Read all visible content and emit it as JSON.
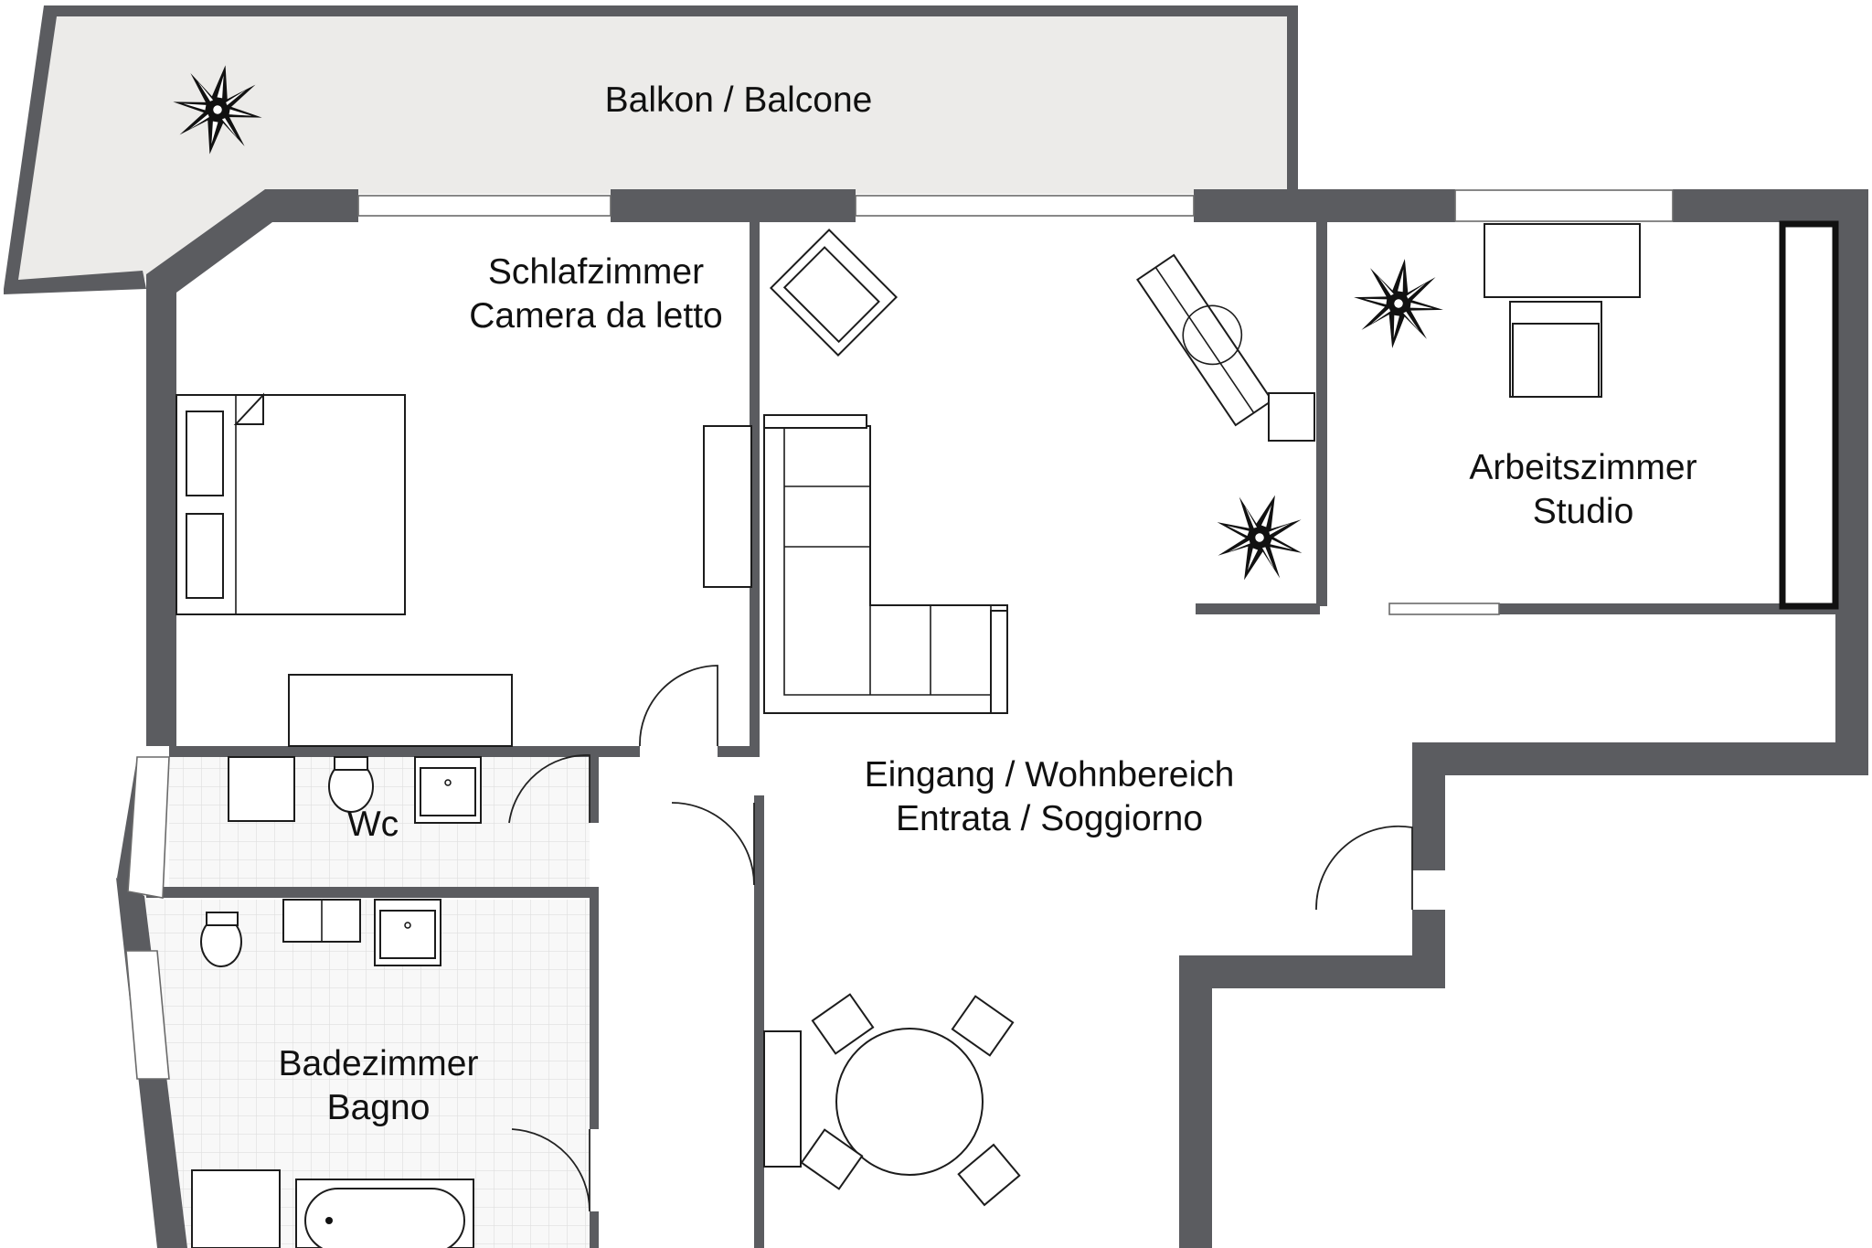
{
  "plan": {
    "colors": {
      "wall": "#5b5c60",
      "balcony_floor": "#ecebe9",
      "tile_floor": "#f8f8f8",
      "tile_grid": "#dedede",
      "furniture_stroke": "#1c1c1c",
      "background": "#ffffff"
    },
    "rooms": {
      "balcony": {
        "label": "Balkon / Balcone"
      },
      "bedroom": {
        "line1": "Schlafzimmer",
        "line2": "Camera da letto"
      },
      "study": {
        "line1": "Arbeitszimmer",
        "line2": "Studio"
      },
      "living": {
        "line1": "Eingang / Wohnbereich",
        "line2": "Entrata / Soggiorno"
      },
      "wc": {
        "label": "Wc"
      },
      "bathroom": {
        "line1": "Badezimmer",
        "line2": "Bagno"
      }
    },
    "icons": [
      "plant-icon",
      "armchair-icon",
      "table-icon",
      "bed-icon",
      "toilet-icon",
      "sink-icon",
      "bathtub-icon",
      "sofa-icon",
      "desk-icon"
    ]
  }
}
